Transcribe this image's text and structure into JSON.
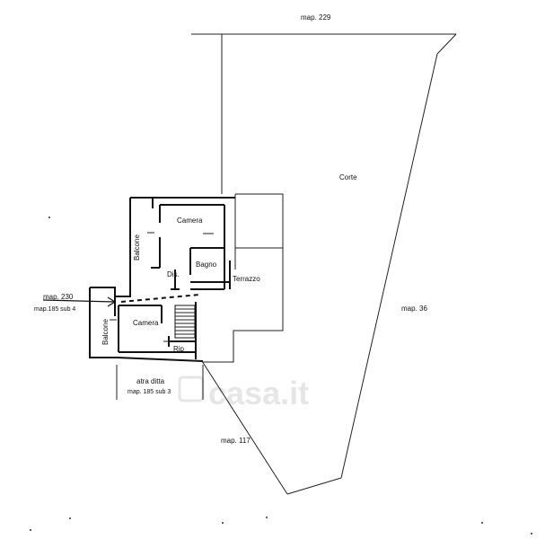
{
  "labels": {
    "map_229": "map. 229",
    "corte": "Corte",
    "camera_top": "Camera",
    "balcone_top": "Balcone",
    "bagno": "Bagno",
    "dis": "Dis.",
    "terrazzo": "Terrazzo",
    "map_230": "map. 230",
    "map_185_sub4": "map.185 sub 4",
    "map_36": "map. 36",
    "balcone_bottom": "Balcone",
    "camera_bottom": "Camera",
    "rip": "Rip",
    "altra_ditta": "atra ditta",
    "map_185_sub3": "map. 185 sub 3",
    "map_117": "map. 117"
  },
  "watermark": "casa.it",
  "colors": {
    "line": "#111111",
    "watermark": "#e6e6e6"
  }
}
